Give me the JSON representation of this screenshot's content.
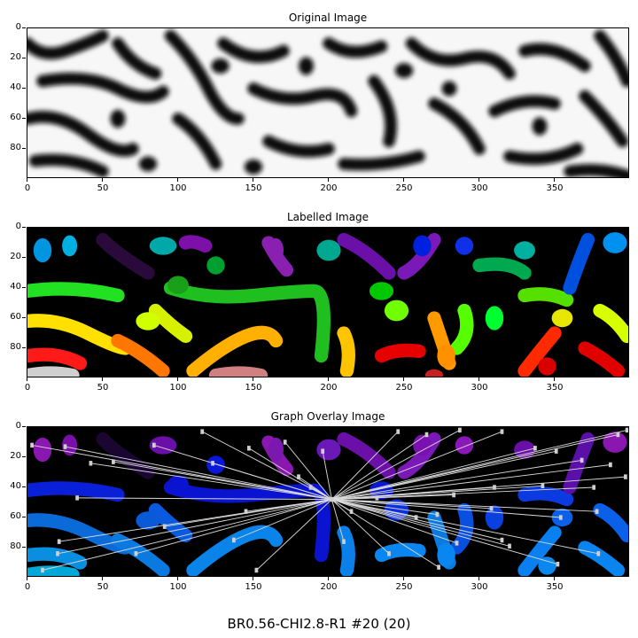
{
  "panels": [
    {
      "title": "Original Image"
    },
    {
      "title": "Labelled Image"
    },
    {
      "title": "Graph Overlay Image"
    }
  ],
  "axes": {
    "y_ticks": [
      "0",
      "20",
      "40",
      "60",
      "80"
    ],
    "x_ticks": [
      "0",
      "50",
      "100",
      "150",
      "200",
      "250",
      "300",
      "350"
    ]
  },
  "caption": "BR0.56-CHI2.8-R1 #20 (20)",
  "colors": {
    "graph_edge": "#d8d8d8",
    "graph_node": "#cfcfcf",
    "background_label": "#000000"
  }
}
